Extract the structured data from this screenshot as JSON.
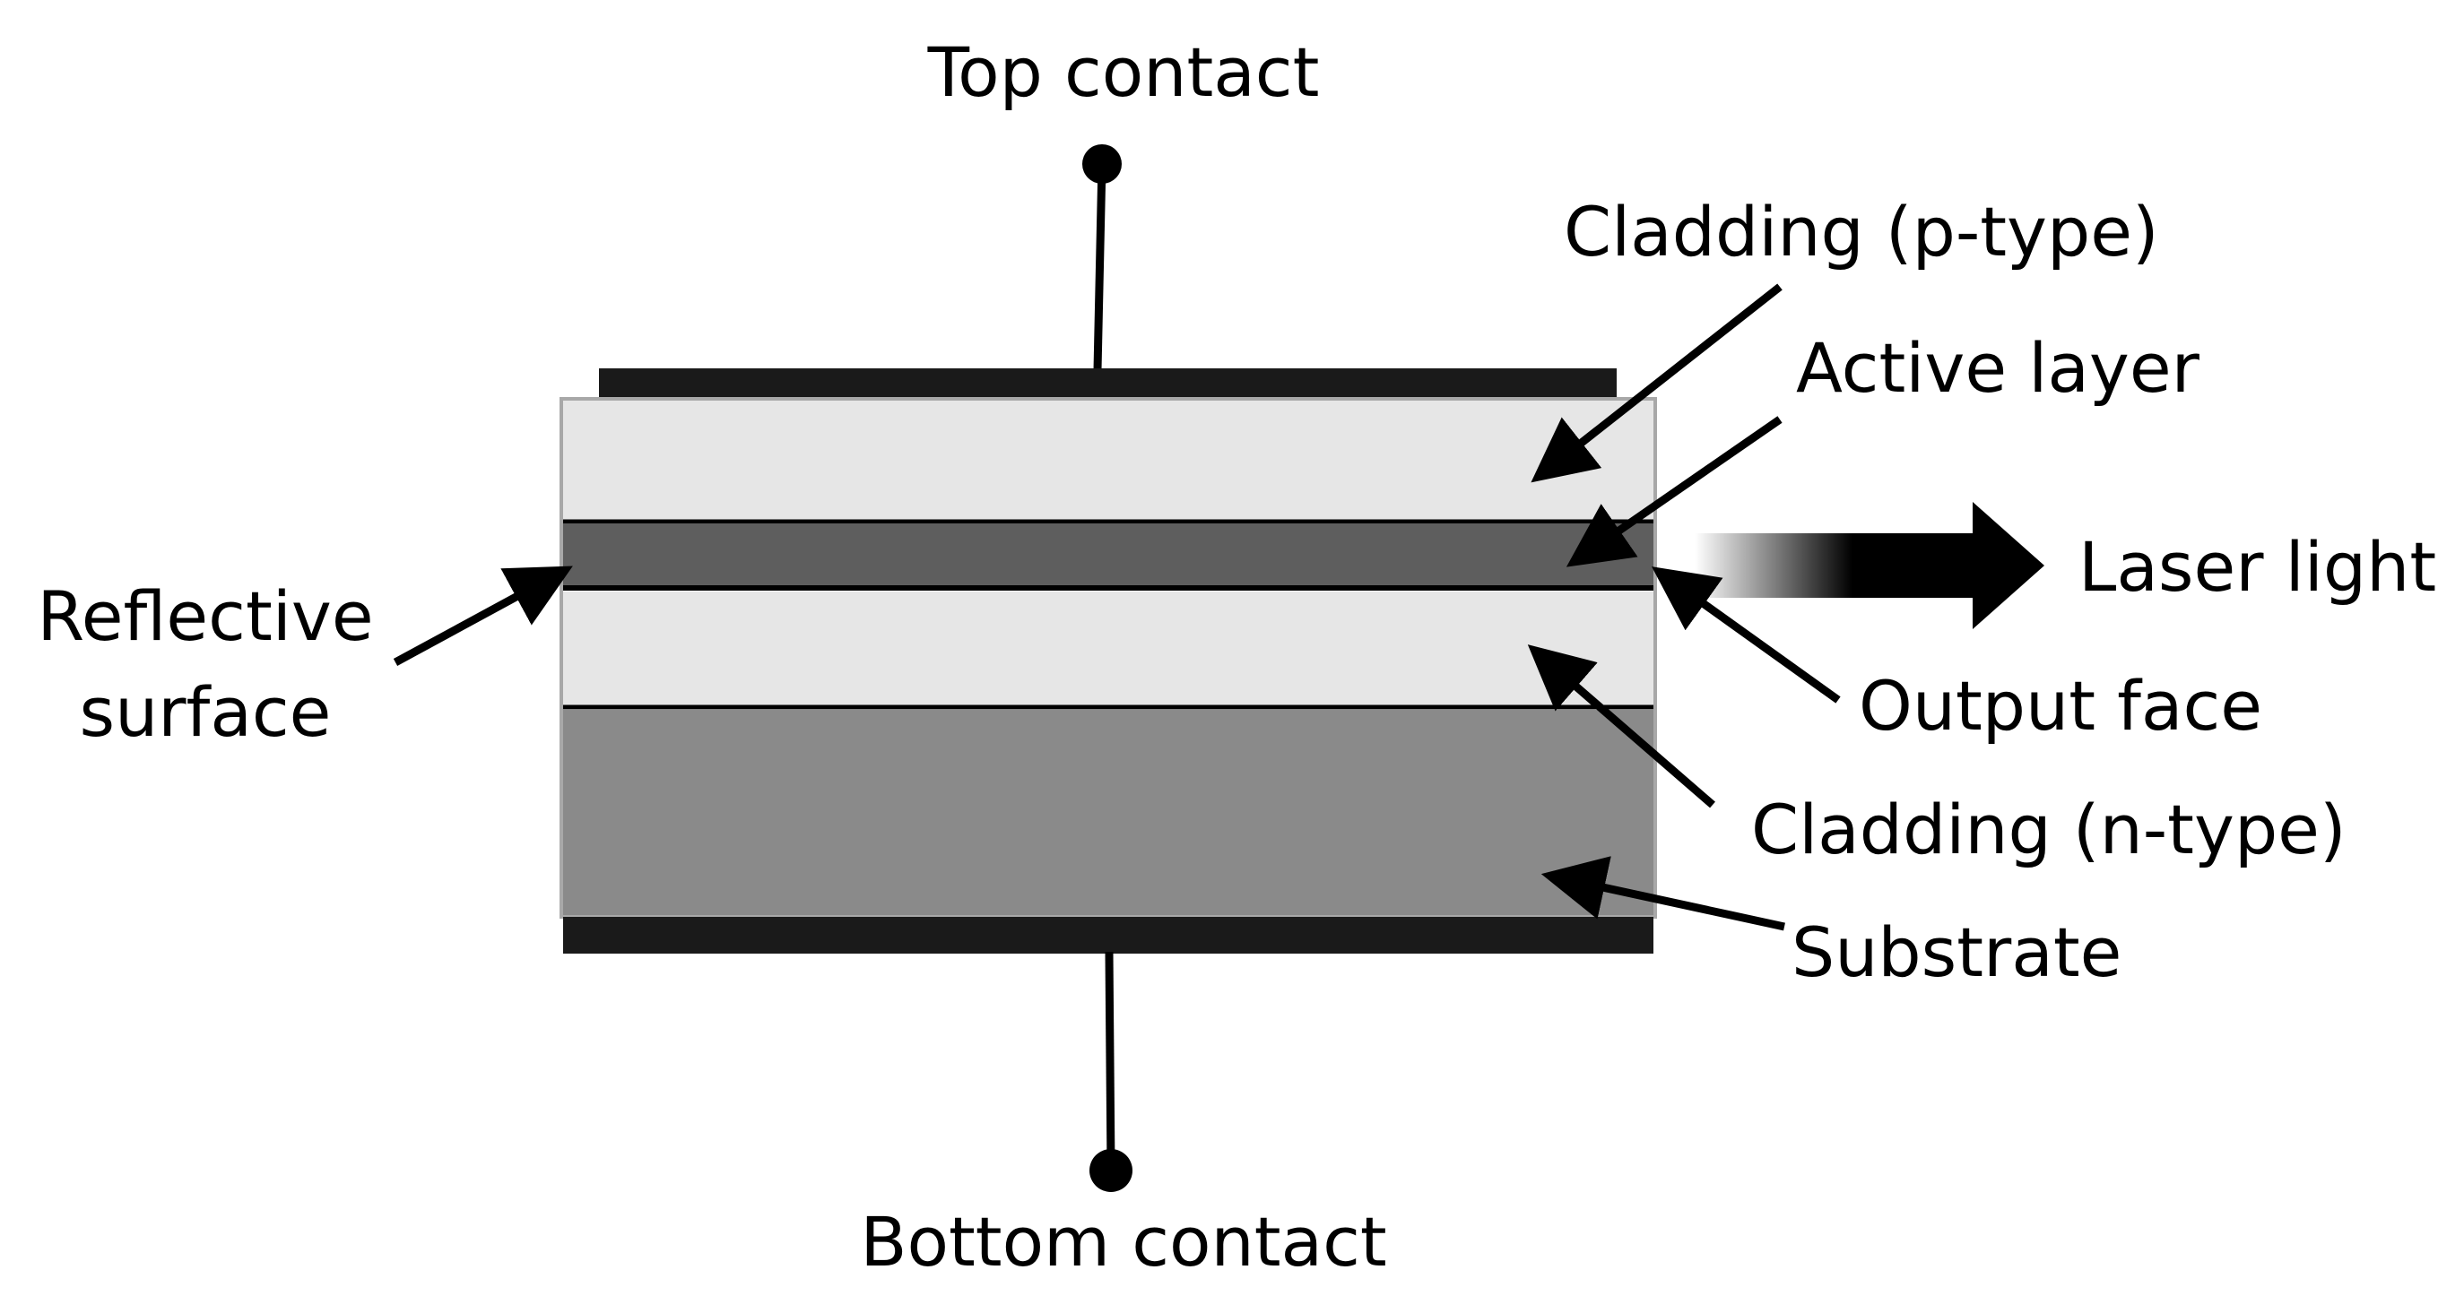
{
  "labels": {
    "top_contact": "Top contact",
    "bottom_contact": "Bottom contact",
    "cladding_p": "Cladding (p-type)",
    "active_layer": "Active layer",
    "laser_light": "Laser light",
    "reflective_line1": "Reflective",
    "reflective_line2": "surface",
    "output_face": "Output face",
    "cladding_n": "Cladding (n-type)",
    "substrate": "Substrate"
  },
  "colors": {
    "contact": "#1a1a1a",
    "cladding": "#e6e6e6",
    "active_layer": "#5e5e5e",
    "substrate": "#8a8a8a",
    "arrow": "#000000",
    "laser_beam": "#000000"
  }
}
